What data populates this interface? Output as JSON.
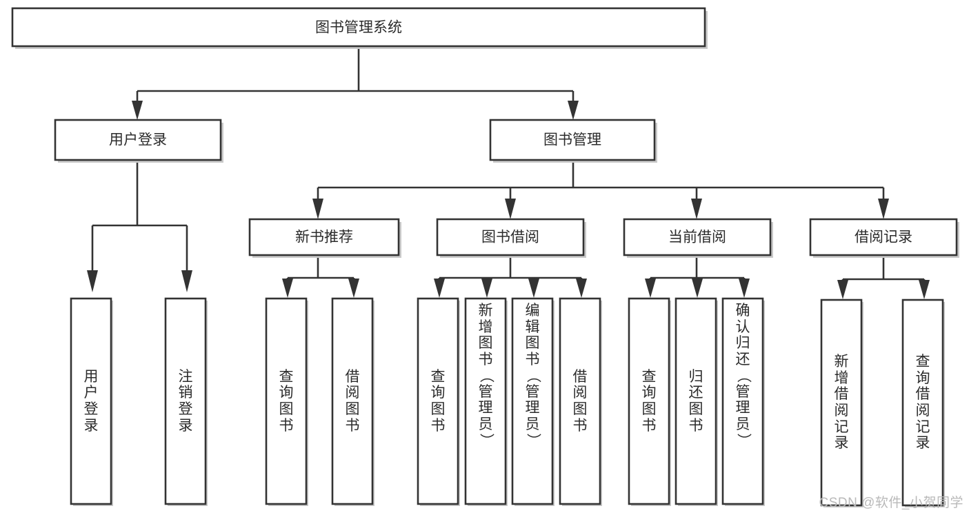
{
  "diagram": {
    "type": "tree-hierarchy",
    "title": "图书管理系统",
    "orientation": "top-down",
    "root": {
      "id": "root",
      "label": "图书管理系统",
      "level": 1
    },
    "level2": [
      {
        "id": "user-login",
        "label": "用户登录",
        "level": 2
      },
      {
        "id": "book-management",
        "label": "图书管理",
        "level": 2
      }
    ],
    "level3": [
      {
        "id": "new-book-recommend",
        "label": "新书推荐",
        "level": 3,
        "parent": "book-management"
      },
      {
        "id": "book-borrow",
        "label": "图书借阅",
        "level": 3,
        "parent": "book-management"
      },
      {
        "id": "current-borrow",
        "label": "当前借阅",
        "level": 3,
        "parent": "book-management"
      },
      {
        "id": "borrow-record",
        "label": "借阅记录",
        "level": 3,
        "parent": "book-management"
      }
    ],
    "leaves": [
      {
        "id": "leaf-user-login",
        "label": "用户登录",
        "parent": "user-login",
        "vertical": true
      },
      {
        "id": "leaf-logout-login",
        "label": "注销登录",
        "parent": "user-login",
        "vertical": true
      },
      {
        "id": "leaf-query-book-1",
        "label": "查询图书",
        "parent": "new-book-recommend",
        "vertical": true
      },
      {
        "id": "leaf-borrow-book-1",
        "label": "借阅图书",
        "parent": "new-book-recommend",
        "vertical": true
      },
      {
        "id": "leaf-query-book-2",
        "label": "查询图书",
        "parent": "book-borrow",
        "vertical": true
      },
      {
        "id": "leaf-add-book-admin",
        "label": "新增图书（管理员）",
        "parent": "book-borrow",
        "vertical": true
      },
      {
        "id": "leaf-edit-book-admin",
        "label": "编辑图书（管理员）",
        "parent": "book-borrow",
        "vertical": true
      },
      {
        "id": "leaf-borrow-book-2",
        "label": "借阅图书",
        "parent": "book-borrow",
        "vertical": true
      },
      {
        "id": "leaf-query-book-3",
        "label": "查询图书",
        "parent": "current-borrow",
        "vertical": true
      },
      {
        "id": "leaf-return-book",
        "label": "归还图书",
        "parent": "current-borrow",
        "vertical": true
      },
      {
        "id": "leaf-confirm-return-admin",
        "label": "确认归还（管理员）",
        "parent": "current-borrow",
        "vertical": true
      },
      {
        "id": "leaf-add-borrow-record",
        "label": "新增借阅记录",
        "parent": "borrow-record",
        "vertical": true
      },
      {
        "id": "leaf-query-borrow-record",
        "label": "查询借阅记录",
        "parent": "borrow-record",
        "vertical": true
      }
    ],
    "colors": {
      "background": "#ffffff",
      "box_fill": "#ffffff",
      "box_stroke": "#333333",
      "text": "#2b2b2b",
      "shadow": "#c9c9c9",
      "watermark": "#b9b9b9"
    }
  },
  "watermark": {
    "text": "CSDN @软件_小贺同学"
  }
}
